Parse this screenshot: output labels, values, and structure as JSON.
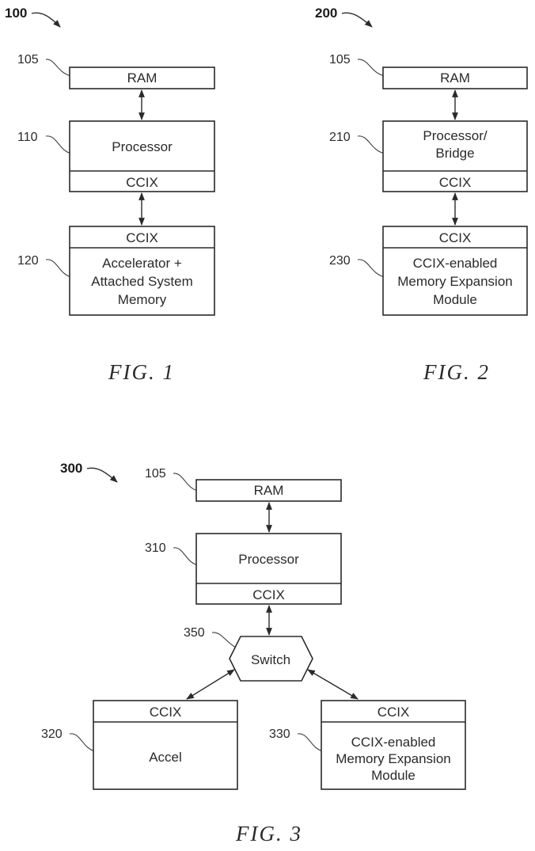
{
  "fig1": {
    "number": "100",
    "caption": "FIG. 1",
    "ram": {
      "ref": "105",
      "label": "RAM"
    },
    "processor": {
      "ref": "110",
      "label": "Processor",
      "port": "CCIX"
    },
    "accelerator": {
      "ref": "120",
      "port": "CCIX",
      "lines": [
        "Accelerator +",
        "Attached System",
        "Memory"
      ]
    }
  },
  "fig2": {
    "number": "200",
    "caption": "FIG. 2",
    "ram": {
      "ref": "105",
      "label": "RAM"
    },
    "processor": {
      "ref": "210",
      "lines": [
        "Processor/",
        "Bridge"
      ],
      "port": "CCIX"
    },
    "memory": {
      "ref": "230",
      "port": "CCIX",
      "lines": [
        "CCIX-enabled",
        "Memory Expansion",
        "Module"
      ]
    }
  },
  "fig3": {
    "number": "300",
    "caption": "FIG. 3",
    "ram": {
      "ref": "105",
      "label": "RAM"
    },
    "processor": {
      "ref": "310",
      "label": "Processor",
      "port": "CCIX"
    },
    "switch": {
      "ref": "350",
      "label": "Switch"
    },
    "accel": {
      "ref": "320",
      "port": "CCIX",
      "label": "Accel"
    },
    "memory": {
      "ref": "330",
      "port": "CCIX",
      "lines": [
        "CCIX-enabled",
        "Memory Expansion",
        "Module"
      ]
    }
  }
}
